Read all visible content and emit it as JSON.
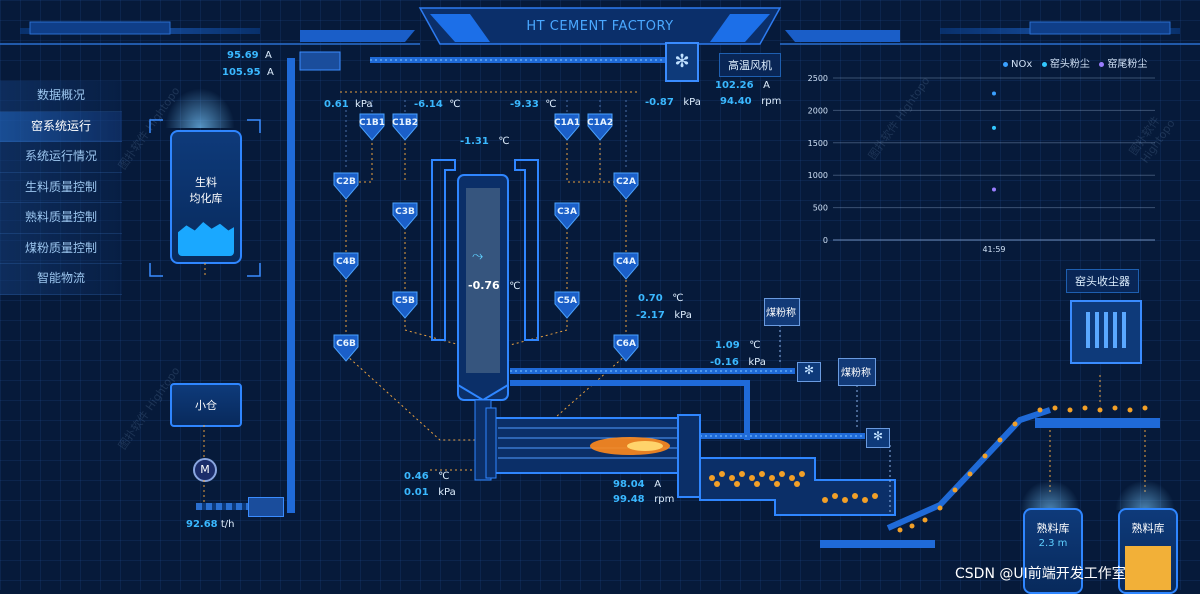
{
  "header": {
    "title": "HT CEMENT FACTORY"
  },
  "menu": [
    {
      "label": "数据概况"
    },
    {
      "label": "窑系统运行"
    },
    {
      "label": "系统运行情况"
    },
    {
      "label": "生料质量控制"
    },
    {
      "label": "熟料质量控制"
    },
    {
      "label": "煤粉质量控制"
    },
    {
      "label": "智能物流"
    }
  ],
  "silo_raw": {
    "line1": "生料",
    "line2": "均化库"
  },
  "xiaocang": "小仓",
  "motor": "M",
  "feed": {
    "v1": "95.69",
    "u1": "A",
    "v2": "105.95",
    "u2": "A",
    "flow": "92.68",
    "flow_unit": "t/h"
  },
  "readings": {
    "r1": {
      "v": "0.61",
      "u": "kPa"
    },
    "r2": {
      "v": "-6.14",
      "u": "℃"
    },
    "r3": {
      "v": "-9.33",
      "u": "℃"
    },
    "r4": {
      "v": "-0.87",
      "u": "kPa"
    },
    "r5": {
      "v": "-1.31",
      "u": "℃"
    },
    "r6": {
      "v": "-0.76",
      "u": "℃"
    },
    "r7": {
      "v": "0.70",
      "u": "℃"
    },
    "r8": {
      "v": "-2.17",
      "u": "kPa"
    },
    "r9": {
      "v": "1.09",
      "u": "℃"
    },
    "r10": {
      "v": "-0.16",
      "u": "kPa"
    },
    "r11": {
      "v": "0.46",
      "u": "℃"
    },
    "r12": {
      "v": "0.01",
      "u": "kPa"
    }
  },
  "fan": {
    "label": "高温风机",
    "current": "102.26",
    "current_unit": "A",
    "speed": "94.40",
    "speed_unit": "rpm"
  },
  "kiln_motor": {
    "current": "98.04",
    "current_unit": "A",
    "speed": "99.48",
    "speed_unit": "rpm"
  },
  "cyclones": [
    "C1B1",
    "C1B2",
    "C1A1",
    "C1A2",
    "C2B",
    "C2A",
    "C3B",
    "C3A",
    "C4B",
    "C4A",
    "C5B",
    "C5A",
    "C6B",
    "C6A"
  ],
  "coal1": "煤粉称",
  "coal2": "煤粉称",
  "dust_collector": "窑头收尘器",
  "silo_clinker1": {
    "label": "熟料库",
    "level": "2.3 m"
  },
  "silo_clinker2": {
    "label": "熟料库"
  },
  "chart_data": {
    "type": "scatter",
    "legend": [
      "NOx",
      "窑头粉尘",
      "窑尾粉尘"
    ],
    "colors": [
      "#3aa0ff",
      "#33c8ff",
      "#9a7dff"
    ],
    "y_ticks": [
      "2500",
      "2000",
      "1500",
      "1000",
      "500",
      "0"
    ],
    "ylim": [
      0,
      2500
    ],
    "x_ticks": [
      "41:59"
    ],
    "series": [
      {
        "name": "NOx",
        "x": [
          "41:59"
        ],
        "values": [
          2260
        ]
      },
      {
        "name": "窑头粉尘",
        "x": [
          "41:59"
        ],
        "values": [
          1730
        ]
      },
      {
        "name": "窑尾粉尘",
        "x": [
          "41:59"
        ],
        "values": [
          780
        ]
      }
    ],
    "grid": true,
    "legend_position": "top-right"
  },
  "watermark": "CSDN @UI前端开发工作室"
}
